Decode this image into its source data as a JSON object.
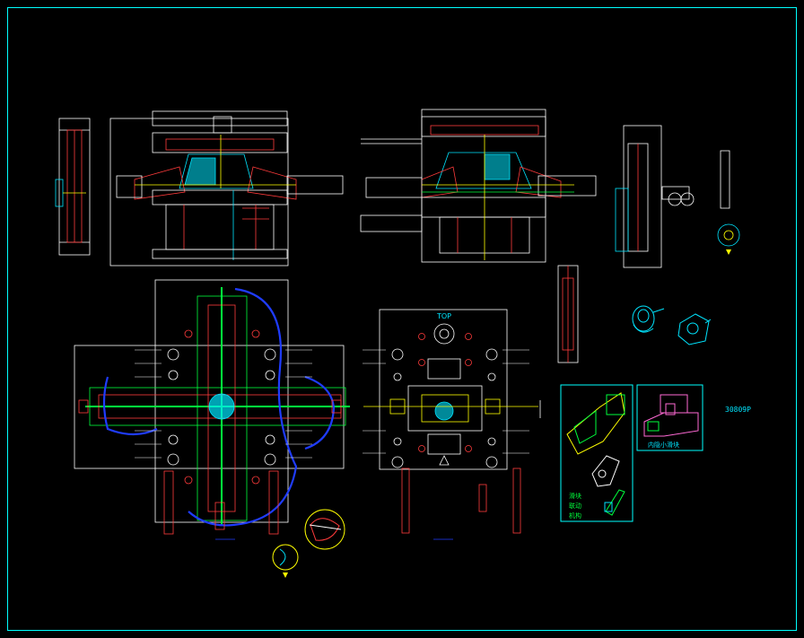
{
  "labels": {
    "top_view": "TOP",
    "slider_mechanism": [
      "滑块",
      "联动",
      "机构"
    ],
    "inner_slider": "内隐小滑块",
    "part_tag": "30809P"
  },
  "colors": {
    "background": "#000000",
    "frame": "#00ffff",
    "plate": "#ffffff",
    "detail": "#ff3b3b",
    "insert": "#00e5ff",
    "core": "#00ff3c",
    "cooling": "#1f3cff",
    "slider_part": "#ffff00",
    "inner_slider_part": "#ff6ad5",
    "callout": "#ffff00"
  }
}
